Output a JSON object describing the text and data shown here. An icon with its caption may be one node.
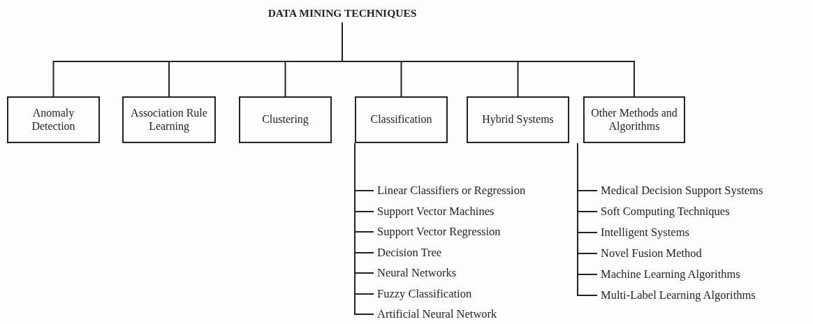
{
  "diagram": {
    "nodes": [
      {
        "text": [
          "DATA MINING TECHNIQUES"
        ]
      },
      {
        "text": [
          "Anomaly Detection"
        ]
      },
      {
        "text": [
          "Association Rule Learning"
        ]
      },
      {
        "text": [
          "Clustering"
        ]
      },
      {
        "text": [
          "Classification"
        ]
      },
      {
        "text": [
          "Hybrid Systems"
        ]
      },
      {
        "text": [
          "Other Methods and Algorithms"
        ]
      },
      {
        "text": [
          "Linear Classifiers or Regression"
        ]
      },
      {
        "text": [
          "Support Vector Machines"
        ]
      },
      {
        "text": [
          "Support Vector Regression"
        ]
      },
      {
        "text": [
          "Decision Tree"
        ]
      },
      {
        "text": [
          "Neural Networks"
        ]
      },
      {
        "text": [
          "Fuzzy Classification"
        ]
      },
      {
        "text": [
          "Artificial Neural Network"
        ]
      },
      {
        "text": [
          "Medical Decision Support Systems"
        ]
      },
      {
        "text": [
          "Soft Computing Techniques"
        ]
      },
      {
        "text": [
          "Intelligent Systems"
        ]
      },
      {
        "text": [
          "Novel Fusion Method"
        ]
      },
      {
        "text": [
          "Machine Learning Algorithms"
        ]
      },
      {
        "text": [
          "Multi-Label Learning Algorithms"
        ]
      }
    ],
    "edges": [
      {
        "from": 0,
        "to": 1,
        "arrow": "none"
      },
      {
        "from": 0,
        "to": 2,
        "arrow": "none"
      },
      {
        "from": 0,
        "to": 3,
        "arrow": "none"
      },
      {
        "from": 0,
        "to": 4,
        "arrow": "none"
      },
      {
        "from": 0,
        "to": 5,
        "arrow": "none"
      },
      {
        "from": 0,
        "to": 6,
        "arrow": "none"
      },
      {
        "from": 4,
        "to": 7,
        "arrow": "none"
      },
      {
        "from": 4,
        "to": 8,
        "arrow": "none"
      },
      {
        "from": 4,
        "to": 9,
        "arrow": "none"
      },
      {
        "from": 4,
        "to": 10,
        "arrow": "none"
      },
      {
        "from": 4,
        "to": 11,
        "arrow": "none"
      },
      {
        "from": 4,
        "to": 12,
        "arrow": "none"
      },
      {
        "from": 4,
        "to": 13,
        "arrow": "none"
      },
      {
        "from": 6,
        "to": 14,
        "arrow": "none"
      },
      {
        "from": 6,
        "to": 15,
        "arrow": "none"
      },
      {
        "from": 6,
        "to": 16,
        "arrow": "none"
      },
      {
        "from": 6,
        "to": 17,
        "arrow": "none"
      },
      {
        "from": 6,
        "to": 18,
        "arrow": "none"
      },
      {
        "from": 6,
        "to": 19,
        "arrow": "none"
      }
    ]
  }
}
